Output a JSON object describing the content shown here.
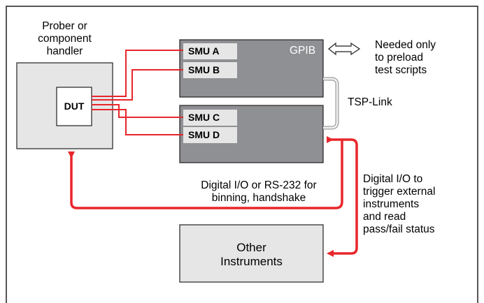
{
  "handler": {
    "label_line1": "Prober or",
    "label_line2": "component",
    "label_line3": "handler",
    "dut_label": "DUT"
  },
  "instrument_top": {
    "smu_a": "SMU A",
    "smu_b": "SMU B",
    "gpib_label": "GPIB"
  },
  "instrument_bottom": {
    "smu_c": "SMU C",
    "smu_d": "SMU D"
  },
  "tsp_link_label": "TSP-Link",
  "gpib_note": {
    "line1": "Needed only",
    "line2": "to preload",
    "line3": "test scripts"
  },
  "binning_note": {
    "line1": "Digital I/O or RS-232 for",
    "line2": "binning, handshake"
  },
  "trigger_note": {
    "line1": "Digital I/O to",
    "line2": "trigger external",
    "line3": "instruments",
    "line4": "and read",
    "line5": "pass/fail status"
  },
  "other_instruments": {
    "line1": "Other",
    "line2": "Instruments"
  },
  "colors": {
    "signal_red": "#e8262b",
    "instrument_fill": "#8f9093",
    "box_fill": "#e6e6e7",
    "border": "#231f20"
  }
}
